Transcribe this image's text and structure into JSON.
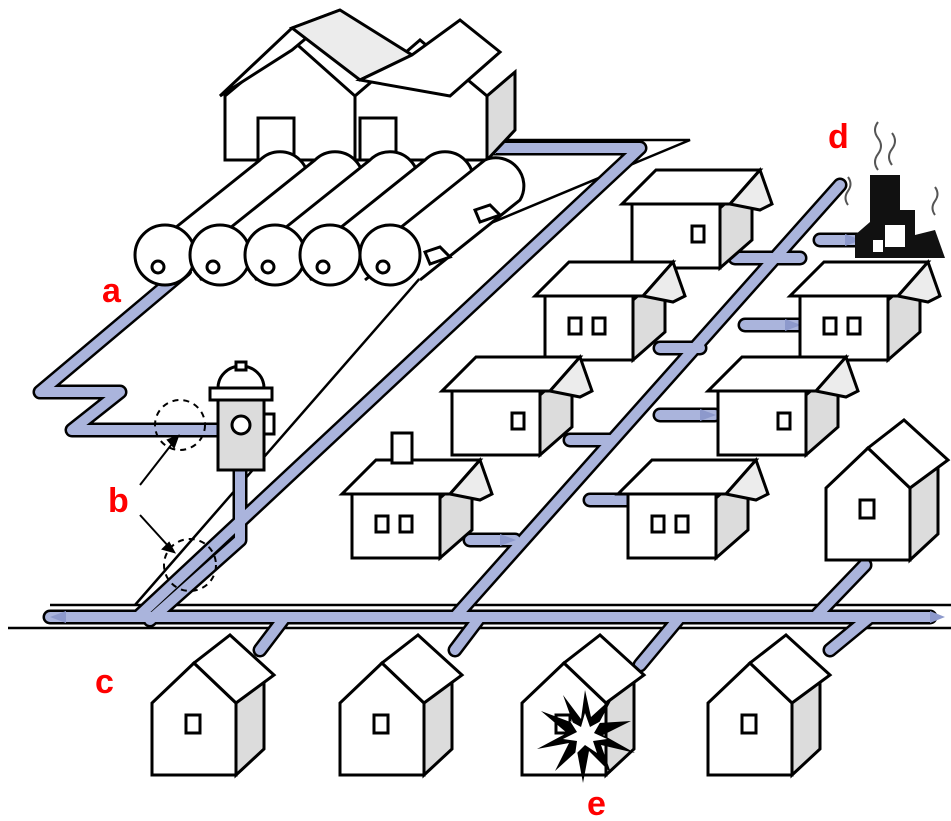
{
  "labels": {
    "a": "a",
    "b": "b",
    "c": "c",
    "d": "d",
    "e": "e"
  },
  "colors": {
    "label": "#ff0000",
    "pipe_fill": "#aab4dc",
    "outline": "#000000",
    "house_front": "#ffffff",
    "house_side": "#dcdcdc",
    "factory": "#111111"
  },
  "icons": {
    "storage_tanks": "cylinder-tank-icon",
    "hydrant": "fire-hydrant-icon",
    "factory": "factory-icon",
    "leak": "burst-icon"
  }
}
